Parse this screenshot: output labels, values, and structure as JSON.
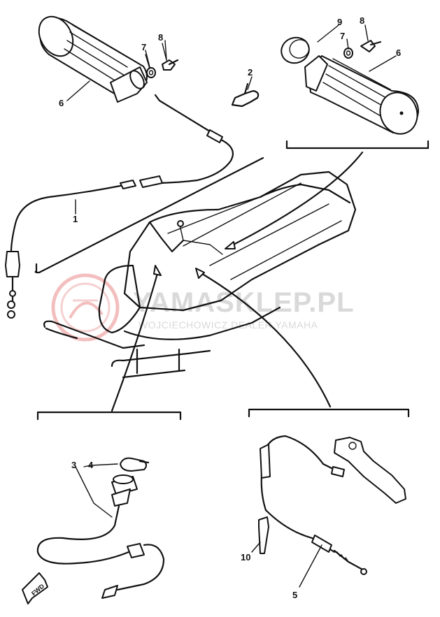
{
  "watermark": {
    "title": "YAMASKLEP.PL",
    "subtitle": "WOJCIECHOWICZ DEALER YAMAHA",
    "logo": "yamaha-tuning-fork-logo"
  },
  "callouts": {
    "left_grip": "6",
    "left_washer": "7",
    "left_bolt": "8",
    "clip": "2",
    "throttle_cable": "1",
    "right_ring": "9",
    "right_washer": "7",
    "right_bolt": "8",
    "right_grip": "6",
    "choke_cable": "3",
    "choke_knob": "4",
    "brake_cable": "5",
    "cable_tie": "10"
  },
  "direction_arrow": "FWD",
  "colors": {
    "line": "#111111",
    "watermark": "#d9d9d9",
    "logo": "#f2b8b8"
  }
}
